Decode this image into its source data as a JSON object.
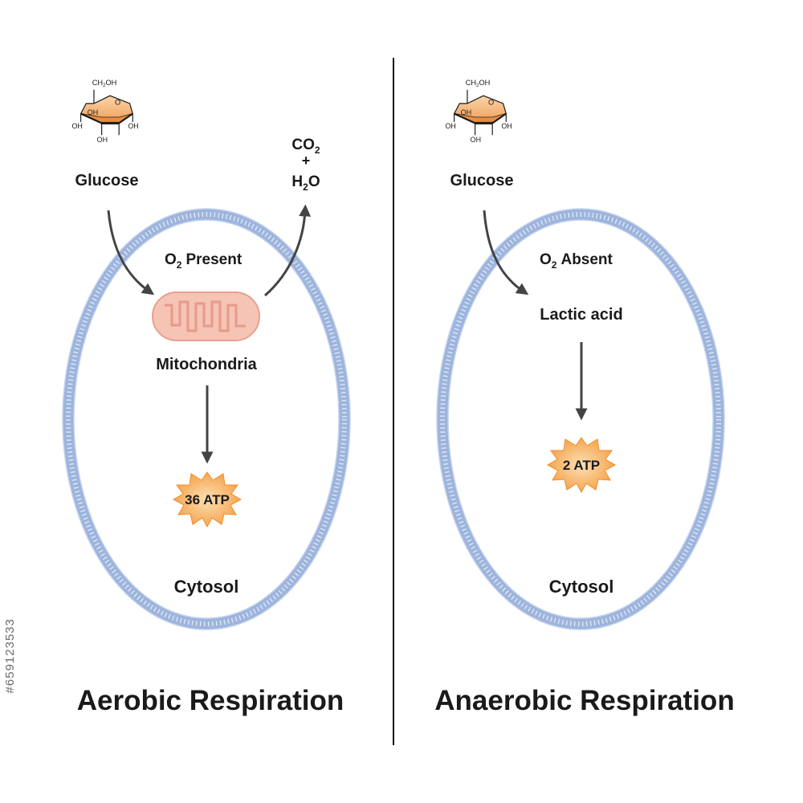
{
  "stock_id": "#659123533",
  "aerobic": {
    "title": "Aerobic Respiration",
    "glucose_label": "Glucose",
    "oxygen_prefix": "O",
    "oxygen_sub": "2",
    "oxygen_status": "Present",
    "organelle_label": "Mitochondria",
    "atp_label": "36 ATP",
    "compartment_label": "Cytosol",
    "product_co2_main": "CO",
    "product_co2_sub": "2",
    "product_plus": "+",
    "product_h2o_h": "H",
    "product_h2o_sub": "2",
    "product_h2o_o": "O"
  },
  "anaerobic": {
    "title": "Anaerobic Respiration",
    "glucose_label": "Glucose",
    "oxygen_prefix": "O",
    "oxygen_sub": "2",
    "oxygen_status": "Absent",
    "product_label": "Lactic acid",
    "atp_label": "2 ATP",
    "compartment_label": "Cytosol"
  },
  "glucose_structure": {
    "ch2oh_a": "CH",
    "ch2oh_sub": "2",
    "ch2oh_b": "OH",
    "ring_oxygen": "O",
    "oh": "OH"
  },
  "colors": {
    "membrane": "#9db4dc",
    "membrane_dots": "#c3d2ee",
    "arrow": "#444444",
    "glucose_ring": "#f3b880",
    "mitochondria": "#f6c4b4",
    "atp_burst": "#f7a64a",
    "divider": "#111111"
  }
}
